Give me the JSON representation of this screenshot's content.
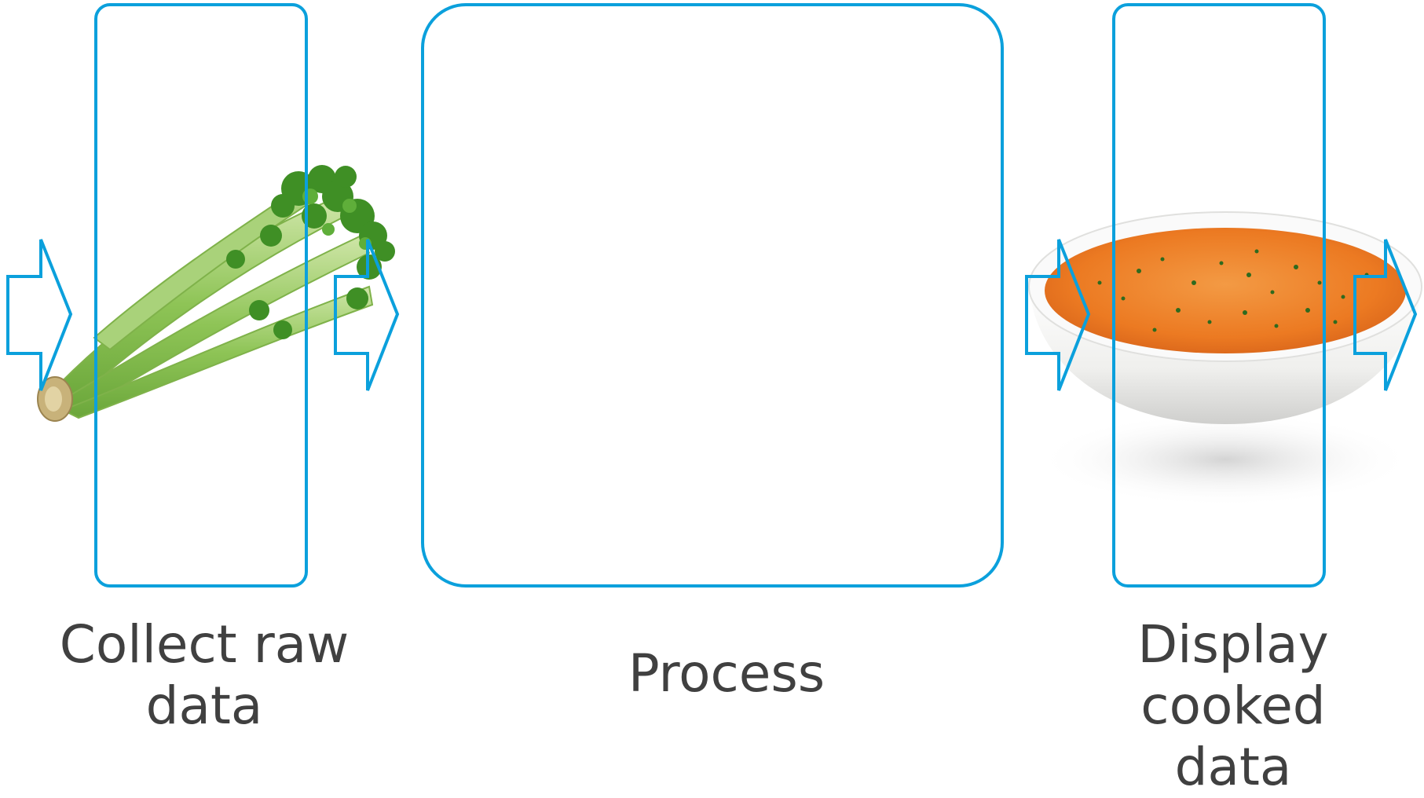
{
  "colors": {
    "outline": "#0ba0dc",
    "text": "#404040",
    "celery_light": "#b7d98a",
    "celery_mid": "#8ec456",
    "celery_dark": "#5a9a2e",
    "leaf": "#3f8f25",
    "soup": "#ef7d25",
    "soup_dark": "#d8641a",
    "bowl": "#f4f4f2",
    "bowl_shadow": "#d8d8d6"
  },
  "stages": {
    "collect": {
      "line1": "Collect raw",
      "line2": "data",
      "image": "celery-image"
    },
    "process": {
      "label": "Process"
    },
    "display": {
      "line1": "Display cooked",
      "line2": "data",
      "image": "soup-bowl-image"
    }
  }
}
